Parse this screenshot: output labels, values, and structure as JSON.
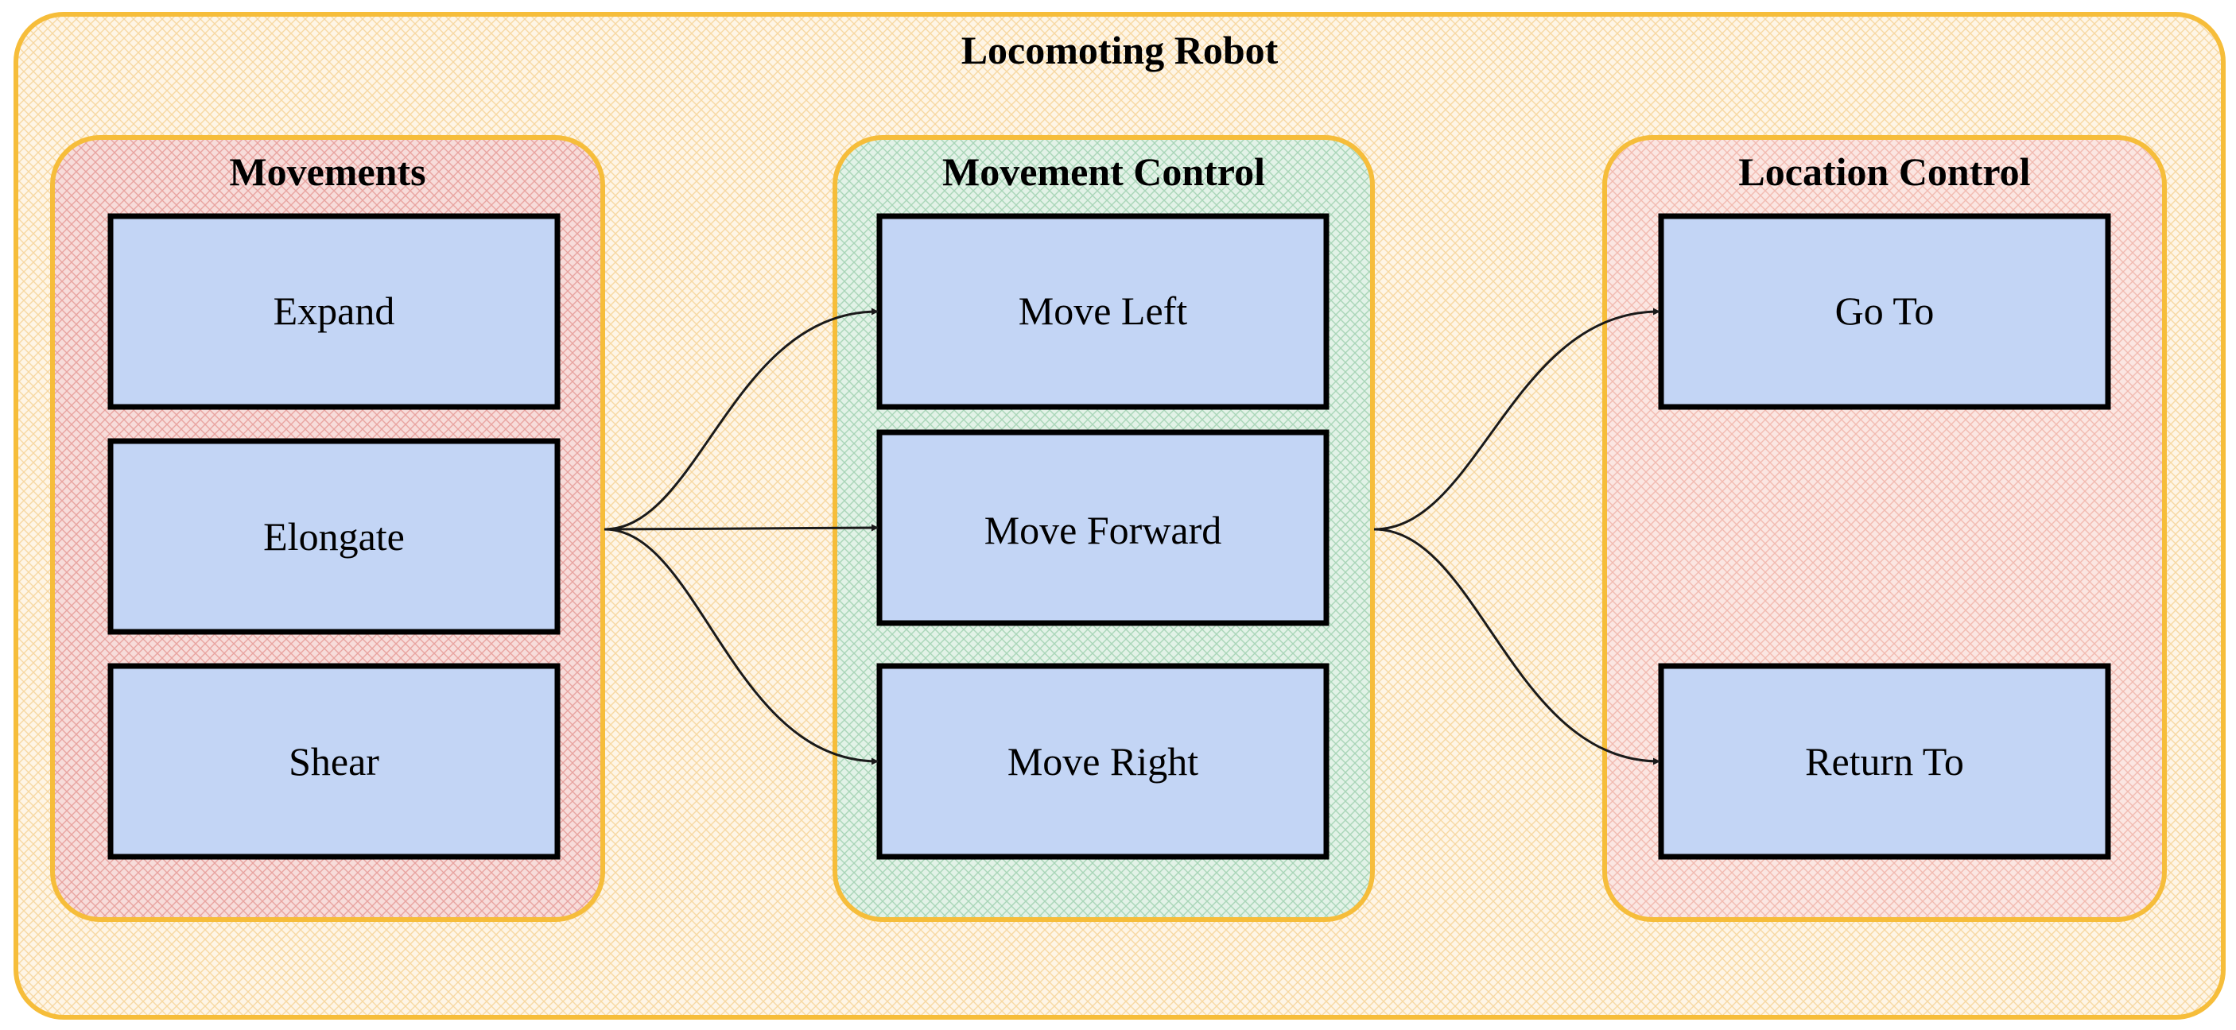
{
  "diagram": {
    "title": "Locomoting Robot",
    "colors": {
      "frame_border": "#f6bd3a",
      "outer_fill": "#fde9c8",
      "movements_fill": "#f3c4c0",
      "movement_control_fill": "#cfe8d8",
      "location_control_fill": "#f8d3cc",
      "box_fill": "#c3d5f5",
      "box_border": "#000000",
      "arrow": "#1a1a1a"
    },
    "groups": {
      "movements": {
        "title": "Movements",
        "items": [
          "Expand",
          "Elongate",
          "Shear"
        ]
      },
      "movement_control": {
        "title": "Movement Control",
        "items": [
          "Move Left",
          "Move Forward",
          "Move Right"
        ]
      },
      "location_control": {
        "title": "Location Control",
        "items": [
          "Go To",
          "Return To"
        ]
      }
    },
    "edges": [
      {
        "from": "Movements",
        "to": "Move Left"
      },
      {
        "from": "Movements",
        "to": "Move Forward"
      },
      {
        "from": "Movements",
        "to": "Move Right"
      },
      {
        "from": "Movement Control",
        "to": "Go To"
      },
      {
        "from": "Movement Control",
        "to": "Return To"
      }
    ]
  }
}
